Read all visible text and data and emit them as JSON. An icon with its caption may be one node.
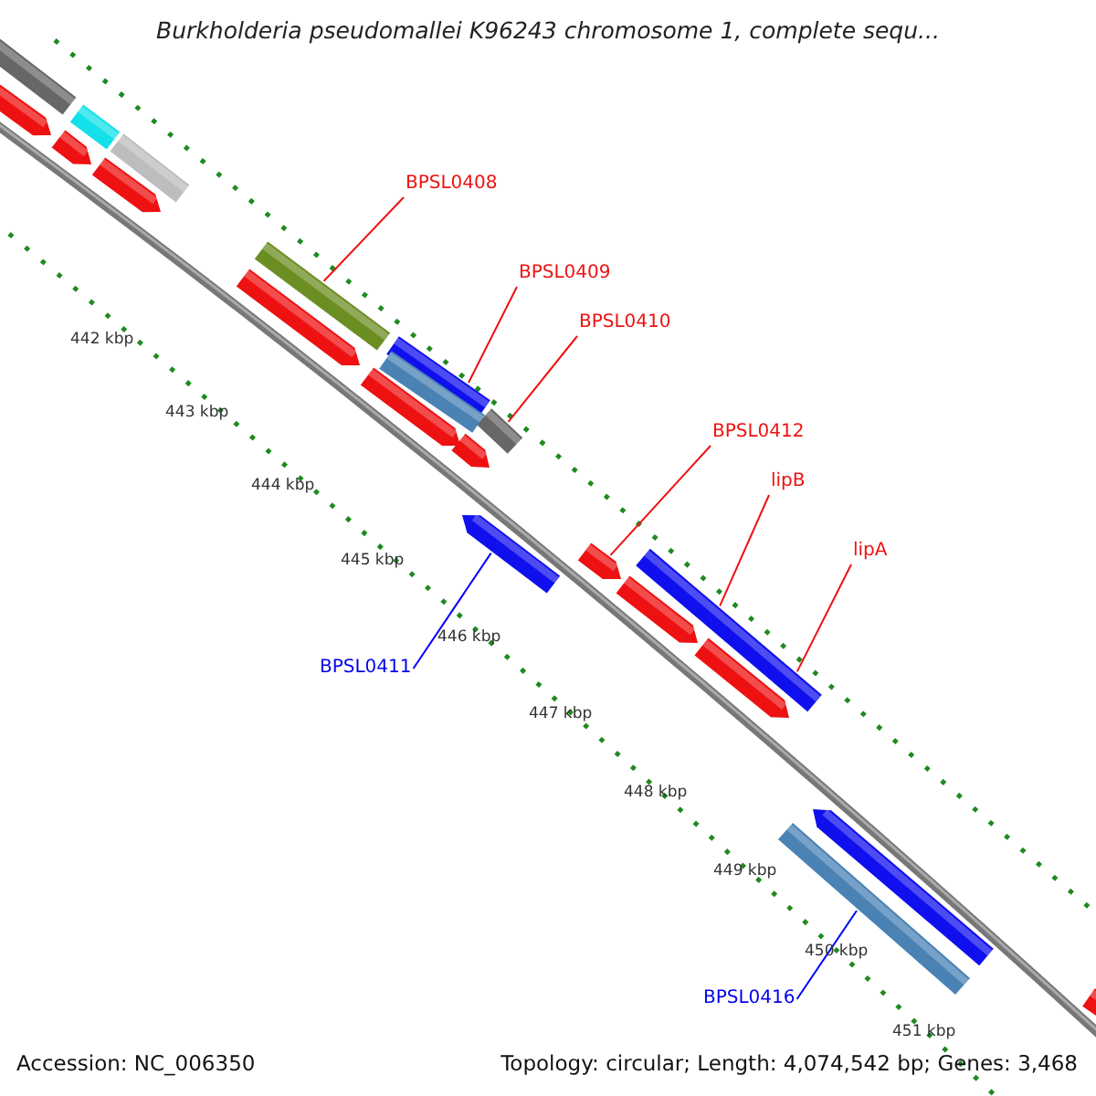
{
  "diagram": {
    "title": "Burkholderia pseudomallei K96243 chromosome 1, complete sequ...",
    "nodes": [
      {
        "text": [
          "BPSL0408"
        ]
      },
      {
        "text": [],
        "shape": "bar"
      },
      {
        "text": [
          "BPSL0409"
        ]
      },
      {
        "text": [],
        "shape": "bar"
      },
      {
        "text": [
          "BPSL0410"
        ]
      },
      {
        "text": [],
        "shape": "bar"
      },
      {
        "text": [
          "BPSL0412"
        ]
      },
      {
        "text": [],
        "shape": "arrow"
      },
      {
        "text": [
          "lipB"
        ]
      },
      {
        "text": [
          "lipA"
        ]
      },
      {
        "text": [],
        "shape": "bar"
      },
      {
        "text": [
          "BPSL0411"
        ]
      },
      {
        "text": [],
        "shape": "arrow"
      },
      {
        "text": [
          "BPSL0416"
        ]
      },
      {
        "text": [],
        "shape": "bar"
      },
      {
        "text": [],
        "shape": "bar"
      },
      {
        "text": [],
        "shape": "arrow"
      },
      {
        "text": [],
        "shape": "bar"
      },
      {
        "text": [],
        "shape": "bar"
      },
      {
        "text": [],
        "shape": "arrow"
      },
      {
        "text": [],
        "shape": "arrow"
      },
      {
        "text": [],
        "shape": "arrow"
      },
      {
        "text": [],
        "shape": "bar"
      },
      {
        "text": [],
        "shape": "arrow"
      },
      {
        "text": [],
        "shape": "arrow"
      },
      {
        "text": [],
        "shape": "arrow"
      },
      {
        "text": [],
        "shape": "arrow"
      },
      {
        "text": [],
        "shape": "arrow"
      },
      {
        "text": [],
        "shape": "arrow"
      }
    ],
    "edges": [
      {
        "from": 0,
        "to": 1,
        "arrow": "none"
      },
      {
        "from": 2,
        "to": 3,
        "arrow": "none"
      },
      {
        "from": 4,
        "to": 5,
        "arrow": "none"
      },
      {
        "from": 6,
        "to": 7,
        "arrow": "none"
      },
      {
        "from": 8,
        "to": 10,
        "arrow": "none"
      },
      {
        "from": 9,
        "to": 10,
        "arrow": "none"
      },
      {
        "from": 11,
        "to": 12,
        "arrow": "none",
        "color": "#0000ff"
      },
      {
        "from": 13,
        "to": 14,
        "arrow": "none",
        "color": "#0000ff"
      }
    ],
    "labels": [
      "442 kbp",
      "443 kbp",
      "444 kbp",
      "445 kbp",
      "446 kbp",
      "447 kbp",
      "448 kbp",
      "449 kbp",
      "450 kbp",
      "451 kbp",
      "Accession: NC_006350",
      "Topology: circular; Length: 4,074,542 bp; Genes: 3,468"
    ]
  }
}
